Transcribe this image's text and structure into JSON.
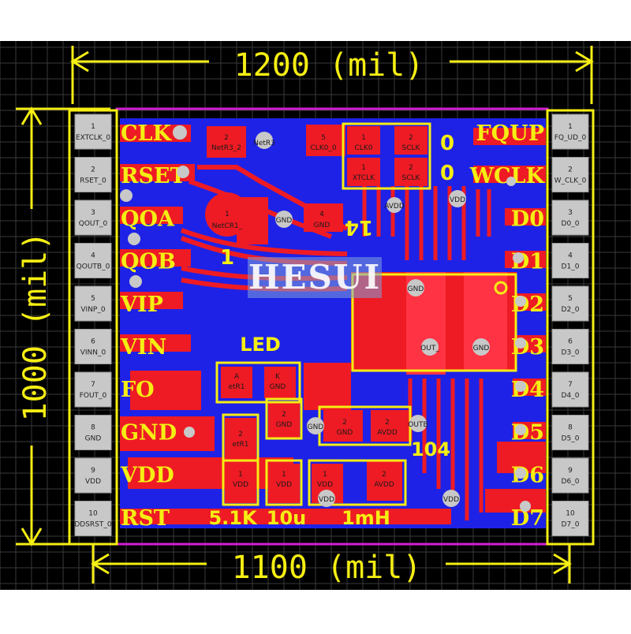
{
  "dimensions": {
    "top": "1200 (mil)",
    "left": "1000 (mil)",
    "bottom": "1100 (mil)"
  },
  "watermark": "HESUI",
  "left_pads": [
    {
      "num": "1",
      "net": "EXTCLK_0"
    },
    {
      "num": "2",
      "net": "RSET_0"
    },
    {
      "num": "3",
      "net": "QOUT_0"
    },
    {
      "num": "4",
      "net": "QOUTB_0"
    },
    {
      "num": "5",
      "net": "VINP_0"
    },
    {
      "num": "6",
      "net": "VINN_0"
    },
    {
      "num": "7",
      "net": "FOUT_0"
    },
    {
      "num": "8",
      "net": "GND"
    },
    {
      "num": "9",
      "net": "VDD"
    },
    {
      "num": "10",
      "net": "DDSRST_0"
    }
  ],
  "right_pads": [
    {
      "num": "1",
      "net": "FQ_UD_0"
    },
    {
      "num": "2",
      "net": "W_CLK_0"
    },
    {
      "num": "3",
      "net": "D0_0"
    },
    {
      "num": "4",
      "net": "D1_0"
    },
    {
      "num": "5",
      "net": "D2_0"
    },
    {
      "num": "6",
      "net": "D3_0"
    },
    {
      "num": "7",
      "net": "D4_0"
    },
    {
      "num": "8",
      "net": "D5_0"
    },
    {
      "num": "9",
      "net": "D6_0"
    },
    {
      "num": "10",
      "net": "D7_0"
    }
  ],
  "left_labels": [
    "CLK",
    "RSET",
    "QOA",
    "QOB",
    "VIP",
    "VIN",
    "FO",
    "GND",
    "VDD",
    "RST"
  ],
  "right_labels": [
    "FQUP",
    "WCLK",
    "D0",
    "D1",
    "D2",
    "D3",
    "D4",
    "D5",
    "D6",
    "D7"
  ],
  "silkscreen": {
    "led": "LED",
    "r_value": "5.1K",
    "c_value": "10u",
    "l_value": "1mH",
    "cap_104": "104",
    "ic_pin14": "14",
    "ic_pin1": "1",
    "zero_a": "0",
    "zero_b": "0"
  },
  "components": {
    "netr3_pad2_num": "2",
    "netr3_pad2_net": "NetR3_2",
    "netr3_label": "NetR3",
    "clk_pad_num": "5",
    "clk_pad_net": "CLK0_0",
    "netcr1_num": "1",
    "netcr1_net": "NetCR1_",
    "gnd4_num": "4",
    "gnd4_net": "GND",
    "xtal_1a_num": "1",
    "xtal_1a_net": "CLK0",
    "xtal_2a_num": "2",
    "xtal_2a_net": "SCLK",
    "xtal_1b_num": "1",
    "xtal_1b_net": "XTCLK",
    "xtal_2b_num": "2",
    "xtal_2b_net": "SCLK",
    "led_a_num": "A",
    "led_a_net": "etR1",
    "led_k_num": "K",
    "led_k_net": "GND",
    "r1_num": "2",
    "r1_net": "etR1",
    "c_gnd_num": "2",
    "c_gnd_net": "GND",
    "gnd_via": "GND",
    "l_gnd_num": "2",
    "l_gnd_net": "GND",
    "avdd_num": "2",
    "avdd_net": "AVDD",
    "outb": "OUTB",
    "r_vdd_num": "1",
    "r_vdd_net": "VDD",
    "c_vdd_num": "1",
    "c_vdd_net": "VDD",
    "l_vdd_num": "1",
    "l_vdd_net": "VDD",
    "l_avdd_num": "2",
    "l_avdd_net": "AVDD",
    "via_vdd1": "VDD",
    "via_vdd2": "VDD",
    "via_vdd3": "VDD",
    "via_avdd": "AVDD",
    "via_gnd1": "GND",
    "ic_gnd_top": "GND",
    "ic_gnd_bot": "GND",
    "ic_out": "OUT_"
  },
  "colors": {
    "background": "#000000",
    "grid": "#3a3a3a",
    "bottom_copper": "#1e22e6",
    "top_copper": "#ee1b24",
    "silkscreen": "#f5ee13",
    "pad": "#c8c8c8",
    "board_edge": "#d21ed2"
  }
}
